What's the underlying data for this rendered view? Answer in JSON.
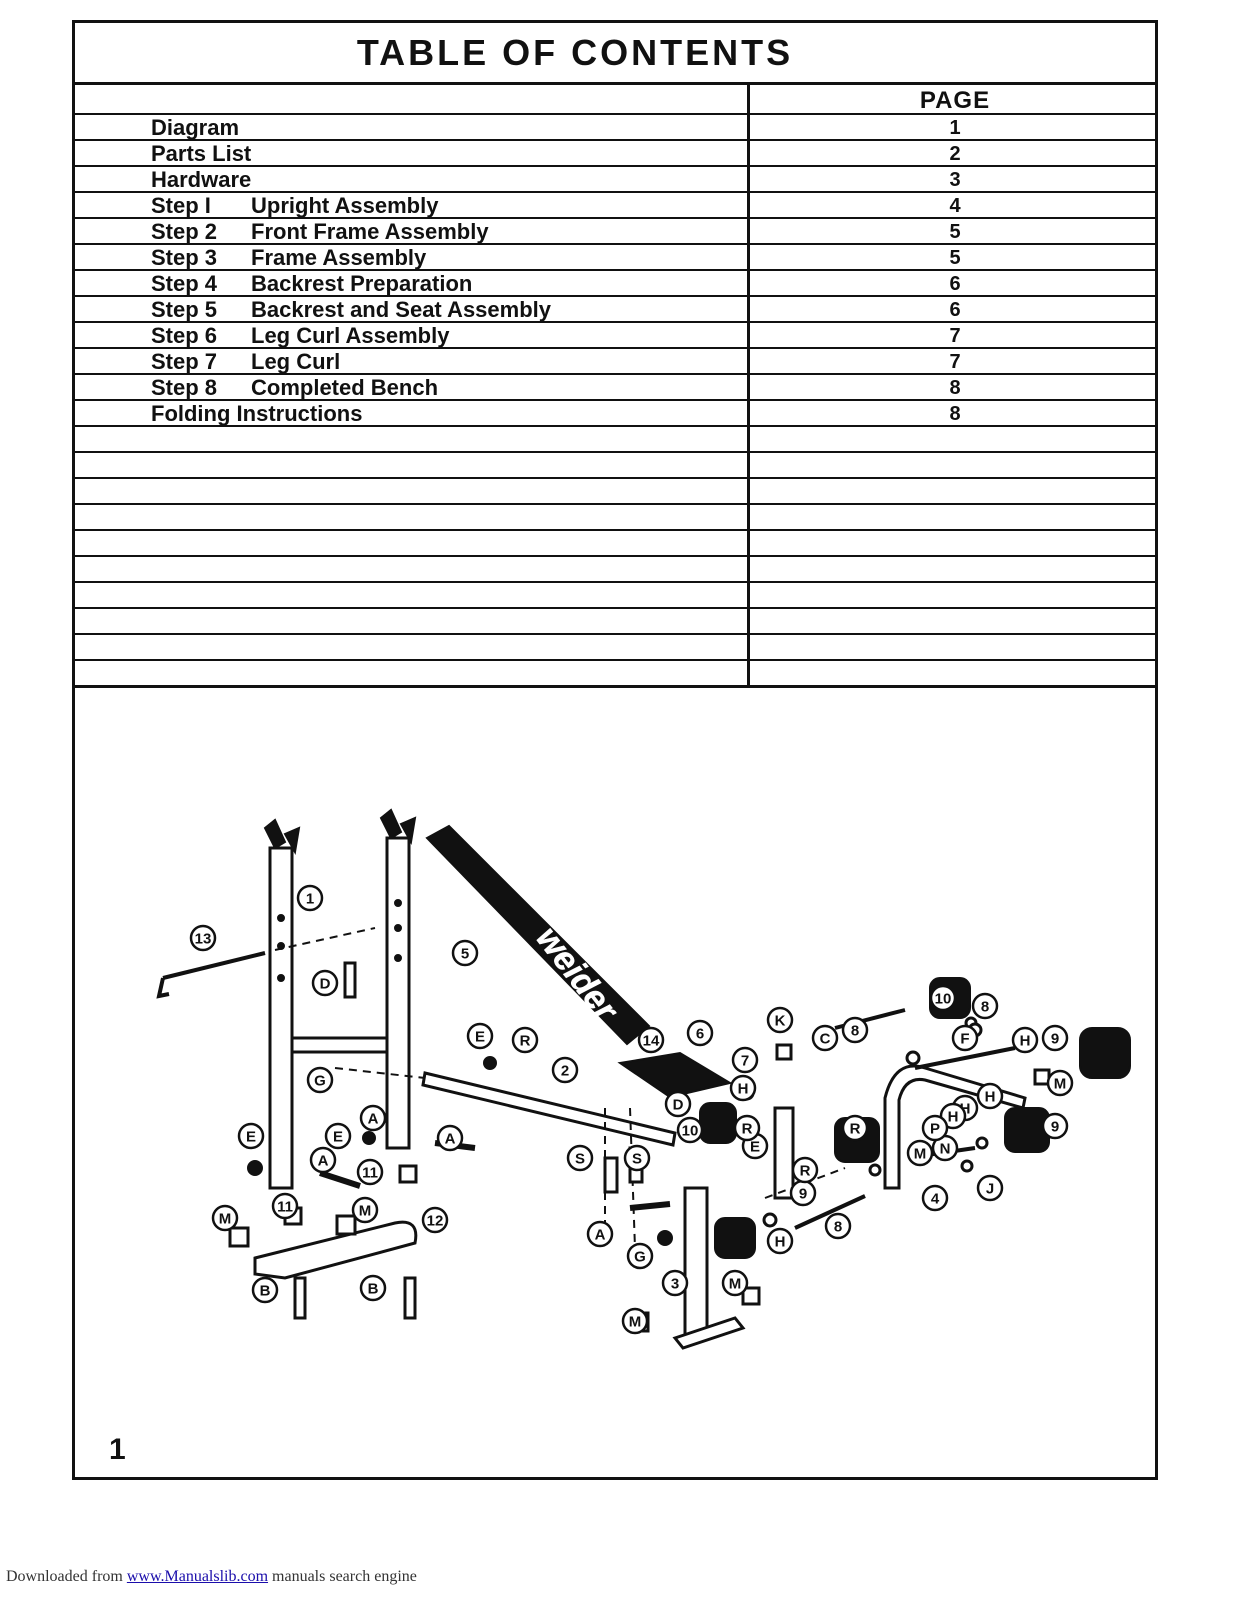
{
  "title": "TABLE OF CONTENTS",
  "page_header": "PAGE",
  "toc": [
    {
      "label": "Diagram",
      "page": "1"
    },
    {
      "label": "Parts List",
      "page": "2"
    },
    {
      "label": "Hardware",
      "page": "3"
    },
    {
      "step": "Step I",
      "label": "Upright Assembly",
      "page": "4"
    },
    {
      "step": "Step 2",
      "label": "Front Frame Assembly",
      "page": "5"
    },
    {
      "step": "Step 3",
      "label": "Frame Assembly",
      "page": "5"
    },
    {
      "step": "Step 4",
      "label": "Backrest Preparation",
      "page": "6"
    },
    {
      "step": "Step 5",
      "label": "Backrest and Seat Assembly",
      "page": "6"
    },
    {
      "step": "Step 6",
      "label": "Leg Curl Assembly",
      "page": "7"
    },
    {
      "step": "Step 7",
      "label": "Leg Curl",
      "page": "7"
    },
    {
      "step": "Step 8",
      "label": "Completed Bench",
      "page": "8"
    },
    {
      "label": "Folding Instructions",
      "page": "8"
    }
  ],
  "empty_rows": 9,
  "diagram": {
    "backrest_brand": "weider",
    "callouts": [
      "1",
      "2",
      "3",
      "4",
      "5",
      "6",
      "7",
      "8",
      "8",
      "8",
      "9",
      "9",
      "9",
      "10",
      "10",
      "11",
      "11",
      "12",
      "13",
      "14",
      "A",
      "A",
      "A",
      "A",
      "B",
      "B",
      "C",
      "D",
      "D",
      "E",
      "E",
      "E",
      "E",
      "F",
      "G",
      "G",
      "H",
      "H",
      "H",
      "H",
      "H",
      "H",
      "J",
      "K",
      "M",
      "M",
      "M",
      "M",
      "M",
      "M",
      "N",
      "P",
      "R",
      "R",
      "R",
      "R",
      "S",
      "S"
    ]
  },
  "page_number": "1",
  "footer": {
    "prefix": "Downloaded from ",
    "link": "www.Manualslib.com",
    "suffix": " manuals search engine"
  }
}
